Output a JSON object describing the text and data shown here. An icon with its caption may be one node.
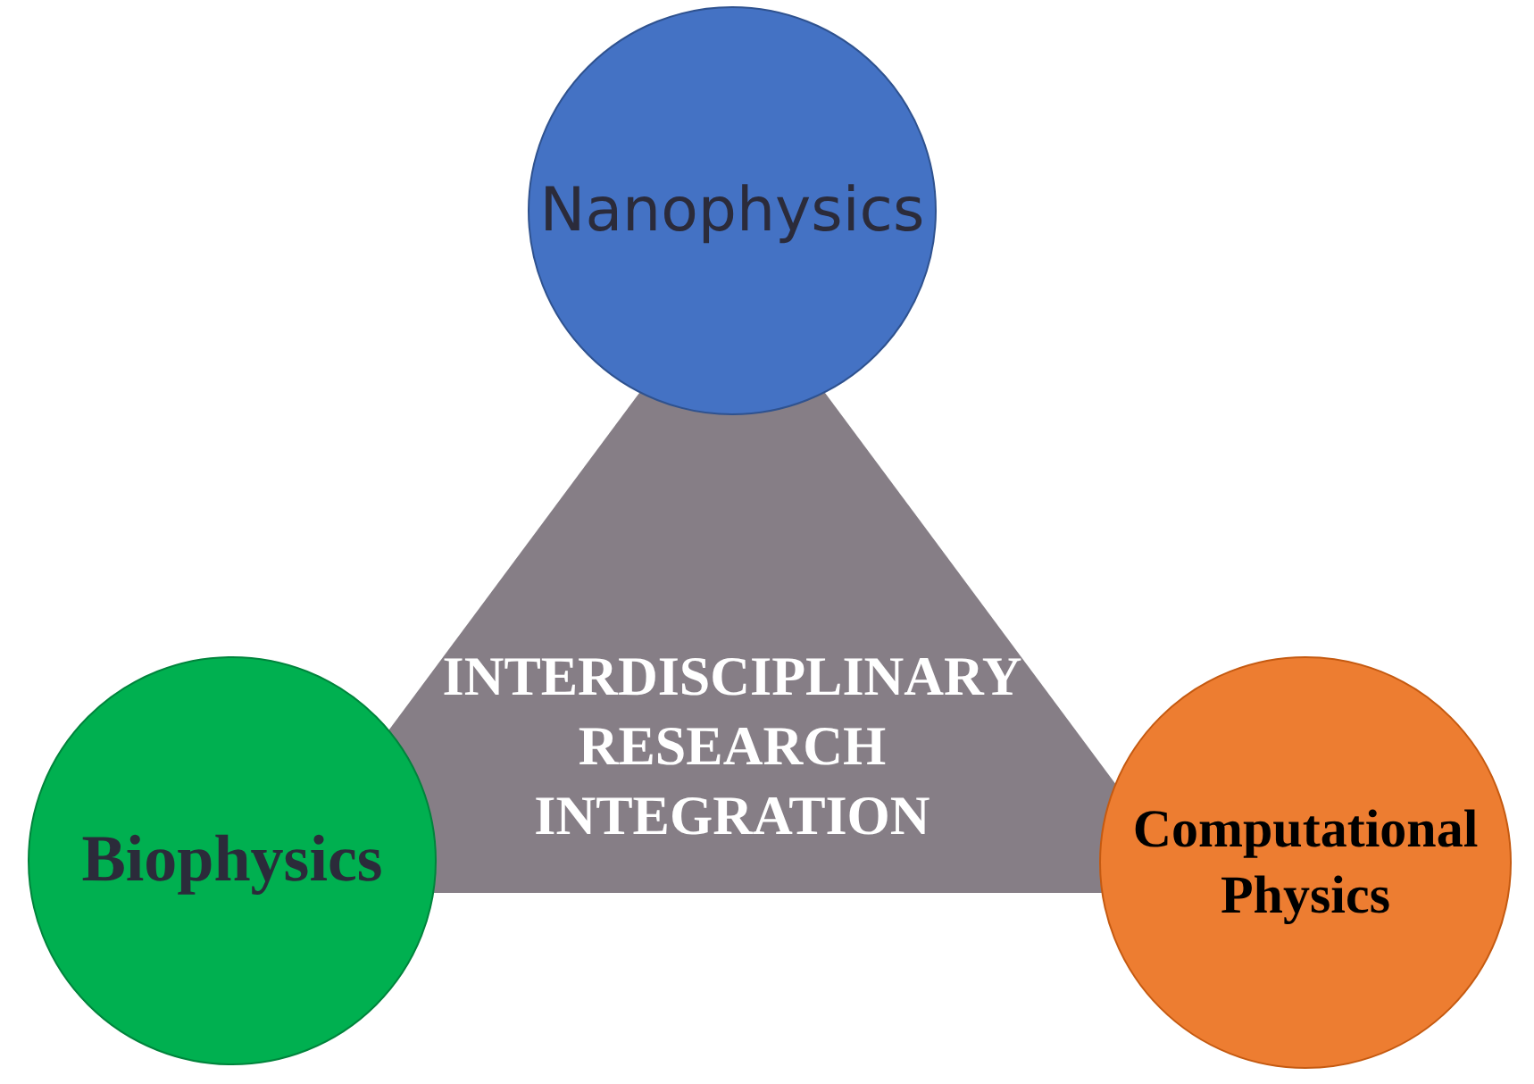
{
  "diagram": {
    "nodes": [
      {
        "text": [
          "Nanophysics"
        ]
      },
      {
        "text": [
          "INTERDISCIPLINARY RESEARCH INTEGRATION"
        ]
      },
      {
        "text": [
          "Biophysics"
        ]
      },
      {
        "text": [
          "Computational Physics"
        ]
      }
    ]
  }
}
